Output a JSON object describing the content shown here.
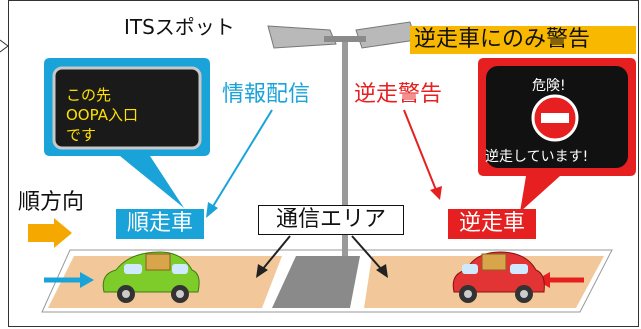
{
  "title": "ITSスポット",
  "banner": "逆走車にのみ警告",
  "info_label": "情報配信",
  "warn_label": "逆走警告",
  "direction_label": "順方向",
  "normal_car_label": "順走車",
  "wrong_car_label": "逆走車",
  "area_label": "通信エリア",
  "info_sign": {
    "line1": "この先",
    "line2": "OOPA入口",
    "line3": "です"
  },
  "warn_sign": {
    "top": "危険!",
    "bottom": "逆走しています!"
  },
  "colors": {
    "info": "#1aa3d9",
    "warn": "#e62020",
    "banner": "#f9b800",
    "sign_text": "#ffe000",
    "road": "#f2c89a",
    "area": "#8a8a8a"
  }
}
